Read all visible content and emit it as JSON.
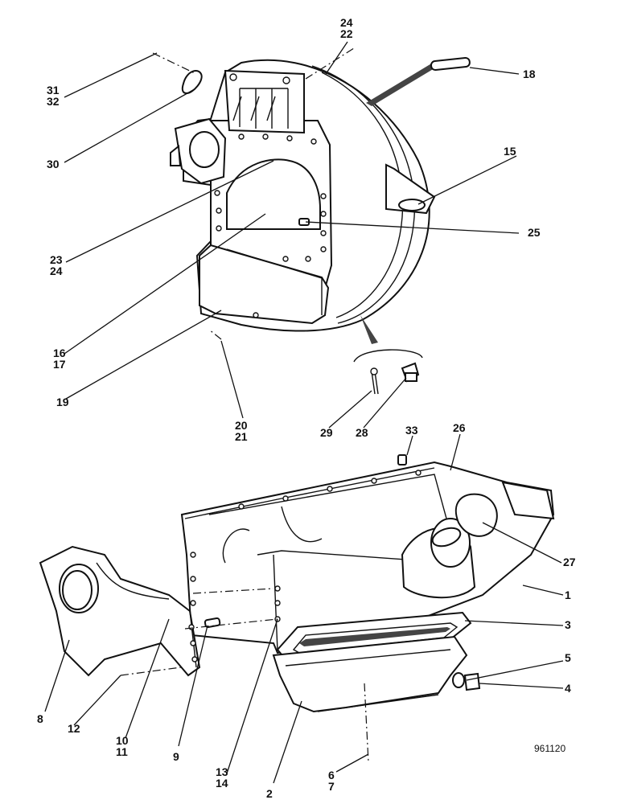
{
  "callouts": [
    {
      "id": "c1",
      "lines": [
        "31",
        "32"
      ]
    },
    {
      "id": "c2",
      "lines": [
        "24",
        "22"
      ]
    },
    {
      "id": "c3",
      "lines": [
        "18"
      ]
    },
    {
      "id": "c4",
      "lines": [
        "30"
      ]
    },
    {
      "id": "c5",
      "lines": [
        "15"
      ]
    },
    {
      "id": "c6",
      "lines": [
        "25"
      ]
    },
    {
      "id": "c7",
      "lines": [
        "23",
        "24"
      ]
    },
    {
      "id": "c8",
      "lines": [
        "16",
        "17"
      ]
    },
    {
      "id": "c9",
      "lines": [
        "19"
      ]
    },
    {
      "id": "c10",
      "lines": [
        "20",
        "21"
      ]
    },
    {
      "id": "c11",
      "lines": [
        "29"
      ]
    },
    {
      "id": "c12",
      "lines": [
        "28"
      ]
    },
    {
      "id": "c13",
      "lines": [
        "33"
      ]
    },
    {
      "id": "c14",
      "lines": [
        "26"
      ]
    },
    {
      "id": "c15",
      "lines": [
        "27"
      ]
    },
    {
      "id": "c16",
      "lines": [
        "1"
      ]
    },
    {
      "id": "c17",
      "lines": [
        "3"
      ]
    },
    {
      "id": "c18",
      "lines": [
        "5"
      ]
    },
    {
      "id": "c19",
      "lines": [
        "4"
      ]
    },
    {
      "id": "c20",
      "lines": [
        "8"
      ]
    },
    {
      "id": "c21",
      "lines": [
        "12"
      ]
    },
    {
      "id": "c22",
      "lines": [
        "10",
        "11"
      ]
    },
    {
      "id": "c23",
      "lines": [
        "9"
      ]
    },
    {
      "id": "c24",
      "lines": [
        "13",
        "14"
      ]
    },
    {
      "id": "c25",
      "lines": [
        "2"
      ]
    },
    {
      "id": "c26",
      "lines": [
        "6",
        "7"
      ]
    }
  ],
  "reference_number": "961120"
}
